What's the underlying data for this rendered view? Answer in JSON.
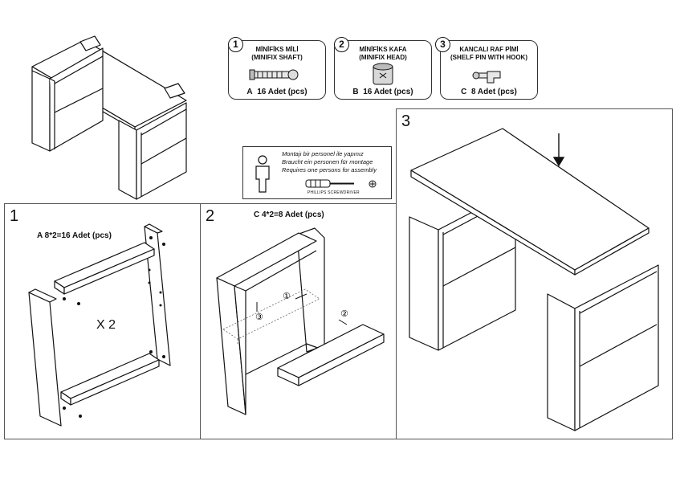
{
  "parts": [
    {
      "number": "1",
      "title_tr": "MİNİFİKS MİLİ",
      "title_en": "(MINIFIX SHAFT)",
      "letter": "A",
      "qty": "16 Adet (pcs)",
      "icon": "minifix-shaft-icon"
    },
    {
      "number": "2",
      "title_tr": "MİNİFİKS KAFA",
      "title_en": "(MINIFIX HEAD)",
      "letter": "B",
      "qty": "16 Adet (pcs)",
      "icon": "minifix-head-icon"
    },
    {
      "number": "3",
      "title_tr": "KANCALI RAF PİMİ",
      "title_en": "(SHELF PIN WITH HOOK)",
      "letter": "C",
      "qty": "8 Adet (pcs)",
      "icon": "shelf-pin-icon"
    }
  ],
  "assembly_note": {
    "lines": [
      "Montajı bir personel ile yapınız",
      "Braucht ein personen für montage",
      "Requires one persons for assembly"
    ],
    "tool_label": "PHILLIPS SCREWDRIVER",
    "icons": [
      "person-icon",
      "screwdriver-icon",
      "phillips-head-icon"
    ]
  },
  "steps": [
    {
      "number": "1",
      "part_label": "A  8*2=16 Adet (pcs)",
      "multiplier": "X 2"
    },
    {
      "number": "2",
      "part_label": "C  4*2=8 Adet (pcs)",
      "callouts": [
        "①",
        "②",
        "③"
      ]
    },
    {
      "number": "3"
    }
  ]
}
